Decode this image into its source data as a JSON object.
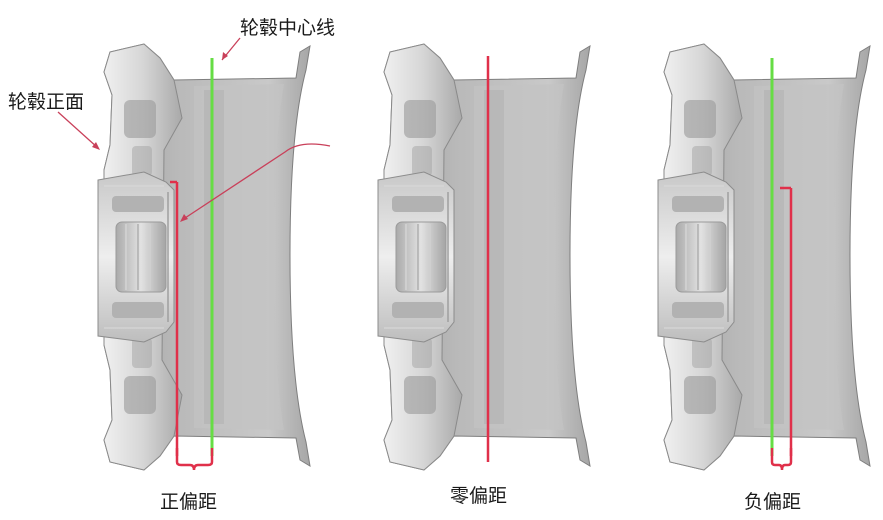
{
  "labels": {
    "hub_centerline": "轮毂中心线",
    "hub_face": "轮毂正面",
    "positive_offset": "正偏距",
    "zero_offset": "零偏距",
    "negative_offset": "负偏距"
  },
  "colors": {
    "centerline": "#66dd44",
    "offset_line": "#e0304a",
    "arrow": "#c9405a",
    "metal_light": "#e9e9e9",
    "metal_mid": "#b7b7b7",
    "metal_dark": "#8e8e8e",
    "background": "#ffffff"
  }
}
